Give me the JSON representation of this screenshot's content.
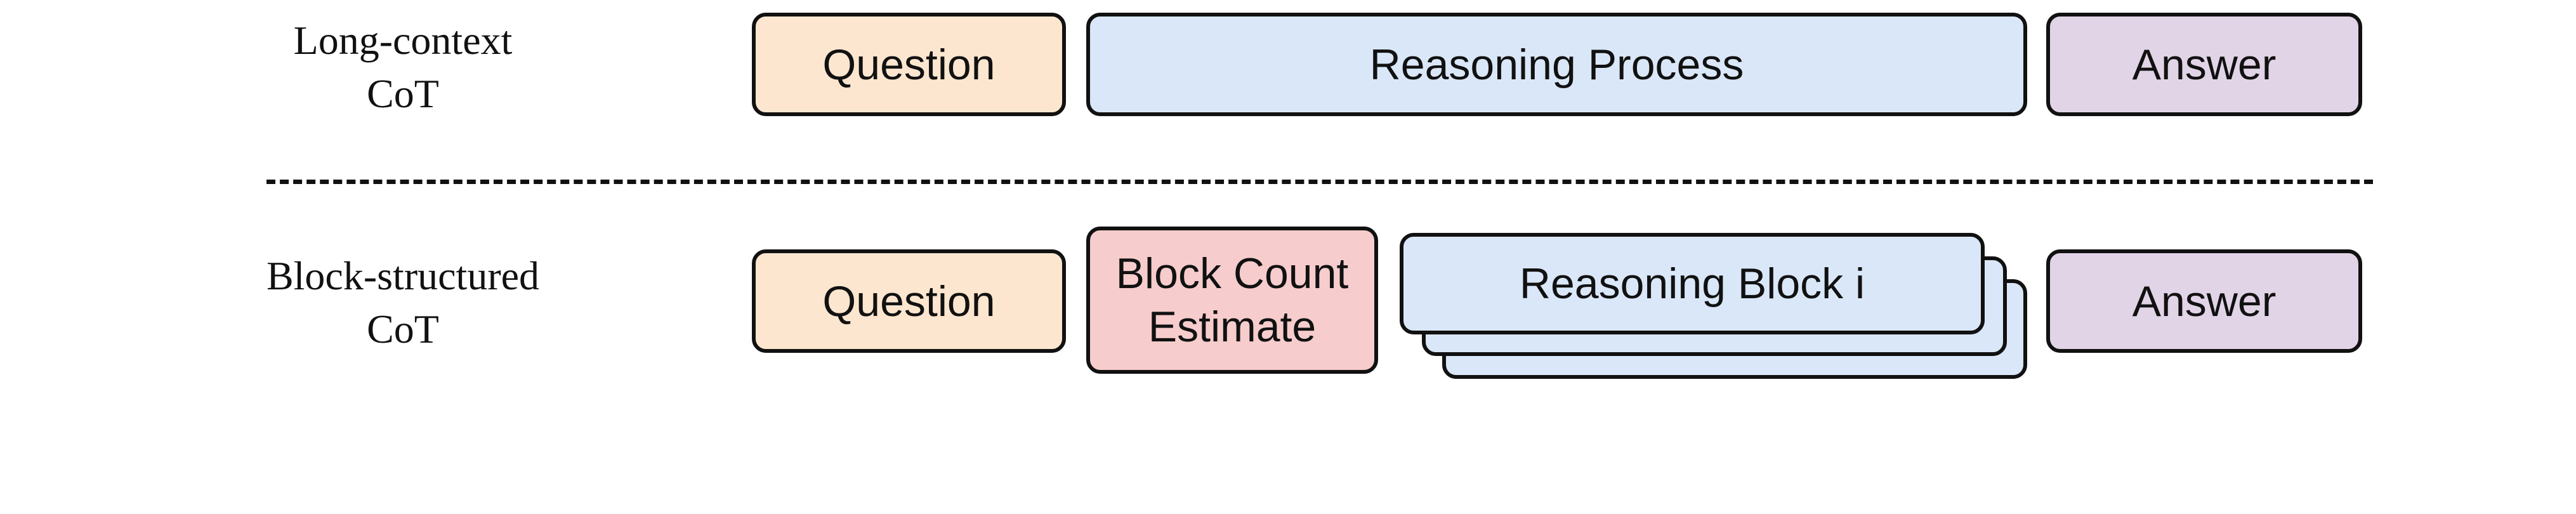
{
  "diagram": {
    "rows": [
      {
        "label_lines": [
          "Long-context",
          "CoT"
        ],
        "question": "Question",
        "reasoning": "Reasoning Process",
        "answer": "Answer"
      },
      {
        "label_lines": [
          "Block-structured",
          "CoT"
        ],
        "question": "Question",
        "estimate_lines": [
          "Block Count",
          "Estimate"
        ],
        "reasoning_block": "Reasoning Block i",
        "answer": "Answer"
      }
    ],
    "colors": {
      "question": "#fde6cf",
      "reasoning": "#d9e7f8",
      "answer": "#e2d4e7",
      "estimate": "#f6cccc",
      "border": "#111111"
    }
  }
}
